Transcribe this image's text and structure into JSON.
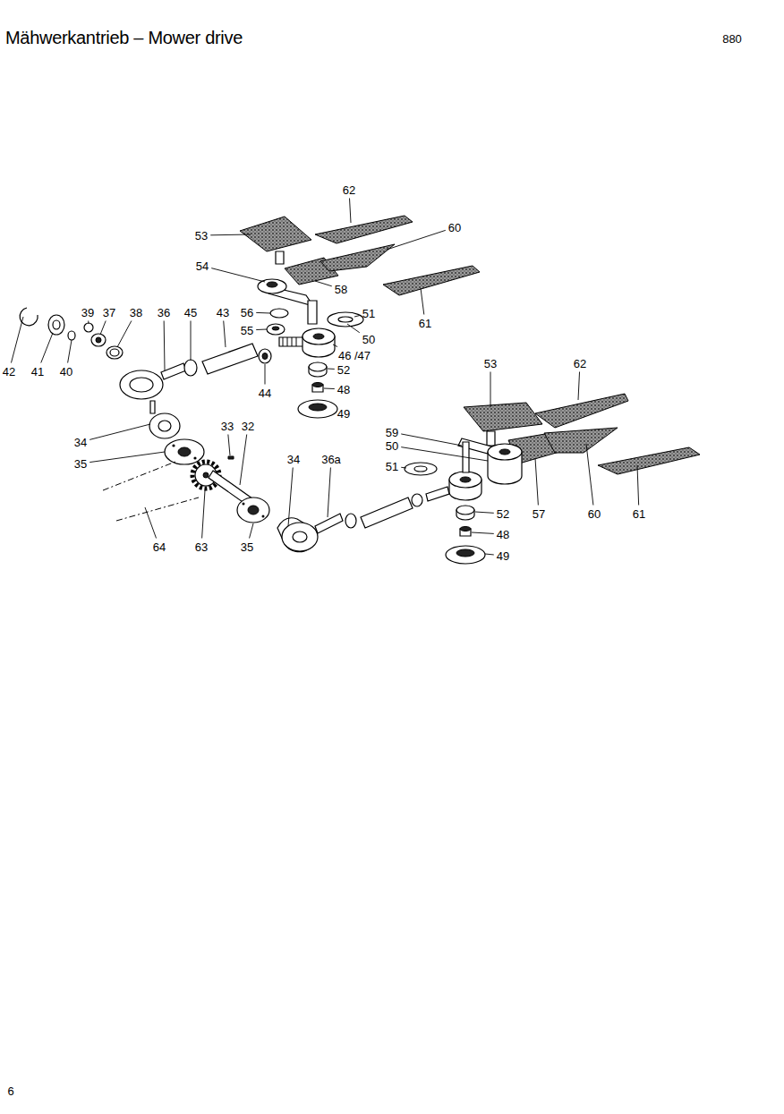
{
  "diagram": {
    "title": "Mähwerkantrieb – Mower drive",
    "labels": [
      "880",
      "62",
      "53",
      "60",
      "54",
      "58",
      "61",
      "39",
      "37",
      "38",
      "36",
      "45",
      "43",
      "56",
      "51",
      "55",
      "50",
      "46 /47",
      "42",
      "41",
      "40",
      "52",
      "44",
      "48",
      "53",
      "62",
      "49",
      "33",
      "32",
      "34",
      "34",
      "36a",
      "59",
      "50",
      "35",
      "51",
      "52",
      "57",
      "60",
      "61",
      "64",
      "63",
      "35",
      "48",
      "49",
      "6"
    ]
  }
}
